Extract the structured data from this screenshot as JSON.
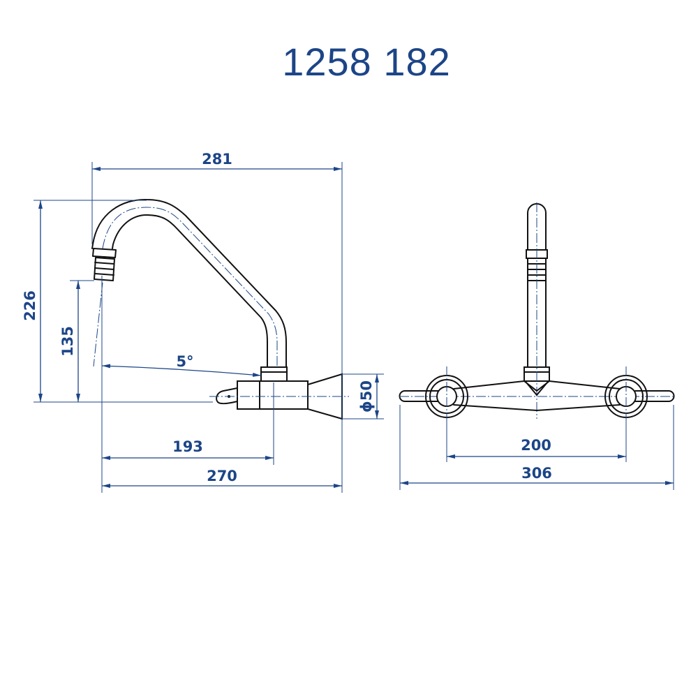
{
  "title": "1258 182",
  "colors": {
    "dimension": "#1c4587",
    "outline": "#111111",
    "background": "#ffffff"
  },
  "dimensions": {
    "width_281": "281",
    "height_226": "226",
    "height_135": "135",
    "angle_5": "5°",
    "diameter_50": "ϕ50",
    "length_193": "193",
    "length_270": "270",
    "spacing_200": "200",
    "width_306": "306"
  }
}
